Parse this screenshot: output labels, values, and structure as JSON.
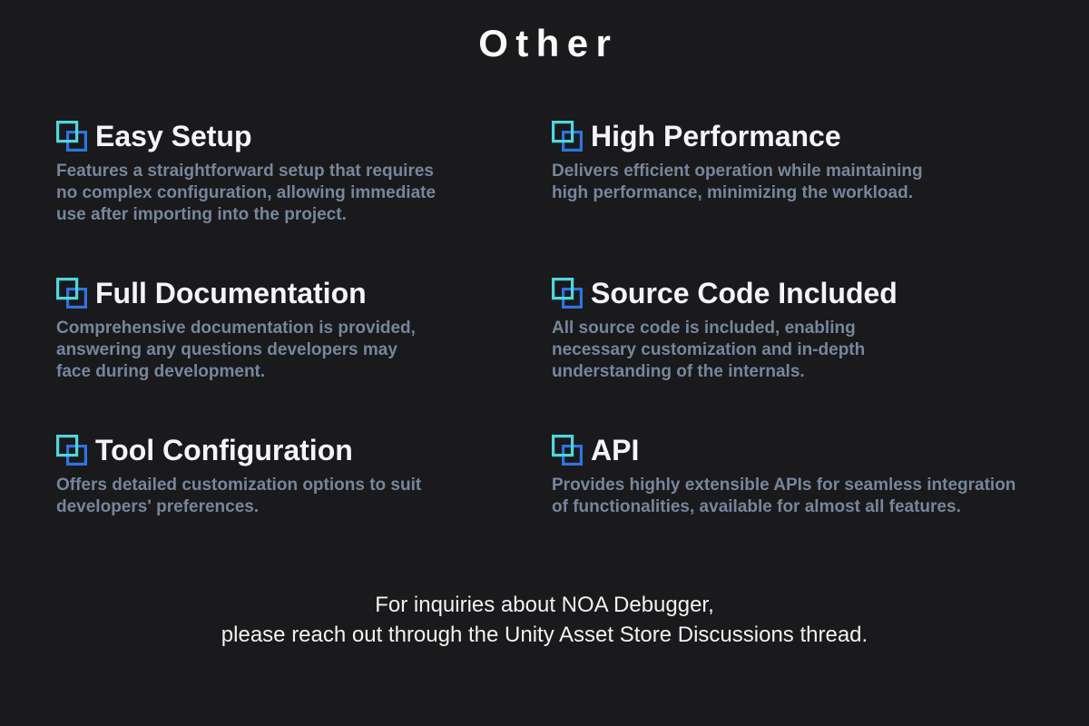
{
  "page": {
    "title": "Other",
    "background_color": "#1A191B",
    "accent_cyan": "#4ED7DE",
    "accent_blue": "#2D74E0",
    "heading_color": "#F5F5F7",
    "description_color": "#76869C"
  },
  "features": [
    {
      "title": "Easy Setup",
      "description": "Features a straightforward setup that requires\nno complex configuration, allowing immediate\nuse after importing into the project."
    },
    {
      "title": "High Performance",
      "description": "Delivers efficient operation while maintaining\nhigh performance, minimizing the workload."
    },
    {
      "title": "Full Documentation",
      "description": "Comprehensive documentation is provided,\nanswering any questions developers may\nface during development."
    },
    {
      "title": "Source Code Included",
      "description": "All source code is included, enabling\nnecessary customization and in-depth\nunderstanding of the internals."
    },
    {
      "title": "Tool Configuration",
      "description": "Offers detailed customization options to suit\ndevelopers' preferences."
    },
    {
      "title": "API",
      "description": "Provides highly extensible APIs for seamless integration\nof functionalities, available for almost all features."
    }
  ],
  "footer": {
    "line1": "For inquiries about NOA Debugger,",
    "line2": "please reach out through the Unity Asset Store Discussions thread."
  }
}
